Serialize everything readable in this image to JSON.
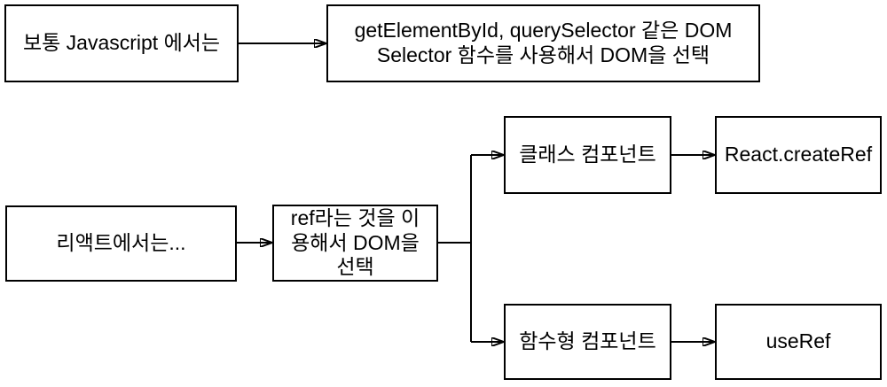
{
  "diagram": {
    "colors": {
      "background": "#ffffff",
      "stroke": "#000000",
      "text": "#000000"
    },
    "nodes": {
      "js_plain": {
        "label": "보통 Javascript 에서는"
      },
      "dom_selector": {
        "label": "getElementById, querySelector 같은 DOM\nSelector 함수를 사용해서 DOM을 선택"
      },
      "react": {
        "label": "리액트에서는..."
      },
      "ref_select": {
        "label": "ref라는 것을 이\n용해서 DOM을\n선택"
      },
      "class_component": {
        "label": "클래스 컴포넌트"
      },
      "react_create_ref": {
        "label": "React.createRef"
      },
      "function_component": {
        "label": "함수형 컴포넌트"
      },
      "use_ref": {
        "label": "useRef"
      }
    }
  }
}
